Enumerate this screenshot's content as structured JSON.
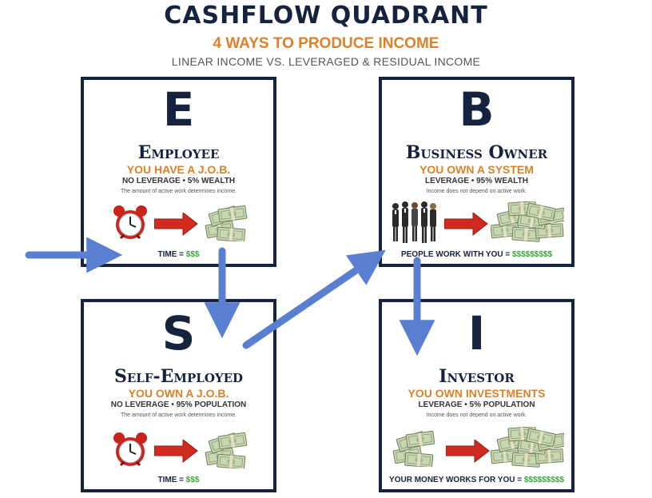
{
  "header": {
    "title": "CASHFLOW QUADRANT",
    "subtitle": "4 WAYS TO PRODUCE INCOME",
    "tagline": "LINEAR INCOME VS. LEVERAGED & RESIDUAL INCOME"
  },
  "quadrants": {
    "e": {
      "letter": "E",
      "name": "Employee",
      "tagline": "YOU HAVE A J.O.B.",
      "stats": "NO LEVERAGE • 5% WEALTH",
      "description": "The amount of active work determines income.",
      "footer_label": "TIME = ",
      "footer_value": "$$$",
      "icons": [
        "alarm-clock-icon",
        "red-arrow-icon",
        "money-stack-icon"
      ]
    },
    "b": {
      "letter": "B",
      "name": "Business Owner",
      "tagline": "YOU OWN A SYSTEM",
      "stats": "LEVERAGE • 95% WEALTH",
      "description": "Income does not depend on active work.",
      "footer_label": "PEOPLE WORK WITH YOU = ",
      "footer_value": "$$$$$$$$$",
      "icons": [
        "business-people-icon",
        "red-arrow-icon",
        "money-pile-icon"
      ]
    },
    "s": {
      "letter": "S",
      "name": "Self-Employed",
      "tagline": "YOU OWN A J.O.B.",
      "stats": "NO LEVERAGE • 95% POPULATION",
      "description": "The amount of active work determines income.",
      "footer_label": "TIME = ",
      "footer_value": "$$$",
      "icons": [
        "alarm-clock-icon",
        "red-arrow-icon",
        "money-stack-icon"
      ]
    },
    "i": {
      "letter": "I",
      "name": "Investor",
      "tagline": "YOU OWN INVESTMENTS",
      "stats": "LEVERAGE • 5% POPULATION",
      "description": "Income does not depend on active work.",
      "footer_label": "YOUR MONEY WORKS FOR YOU = ",
      "footer_value": "$$$$$$$$$",
      "icons": [
        "money-stack-icon",
        "red-arrow-icon",
        "money-pile-icon"
      ]
    }
  },
  "colors": {
    "navy": "#15233f",
    "orange": "#d9822b",
    "money_green": "#3aa63a",
    "flow_arrow": "#5b7fd0",
    "red_arrow": "#d12a1f"
  }
}
